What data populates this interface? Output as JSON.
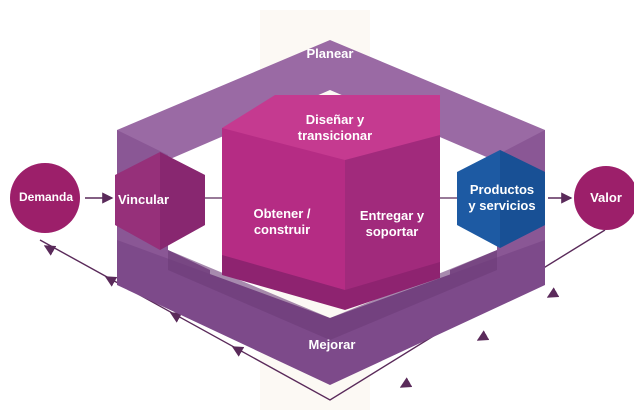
{
  "diagram": {
    "nodes": {
      "demand": "Demanda",
      "value": "Valor",
      "plan": "Planear",
      "improve": "Mejorar",
      "engage": "Vincular",
      "design": "Diseñar y\ntransicionar",
      "obtain": "Obtener /\nconstruir",
      "deliver": "Entregar y\nsoportar",
      "products": "Productos\ny servicios"
    },
    "colors": {
      "outer_purple": "#8a5795",
      "outer_purple_light": "#9a6aa4",
      "outer_purple_dark": "#6c3c78",
      "cube_front": "#b52c84",
      "cube_right": "#9a2a7a",
      "cube_top": "#c53a90",
      "demand_circle": "#9c1f6a",
      "value_circle": "#9c1f6a",
      "engage_hex": "#96307a",
      "products_hex": "#1d5aa3",
      "arrows": "#5a2a5a"
    }
  }
}
